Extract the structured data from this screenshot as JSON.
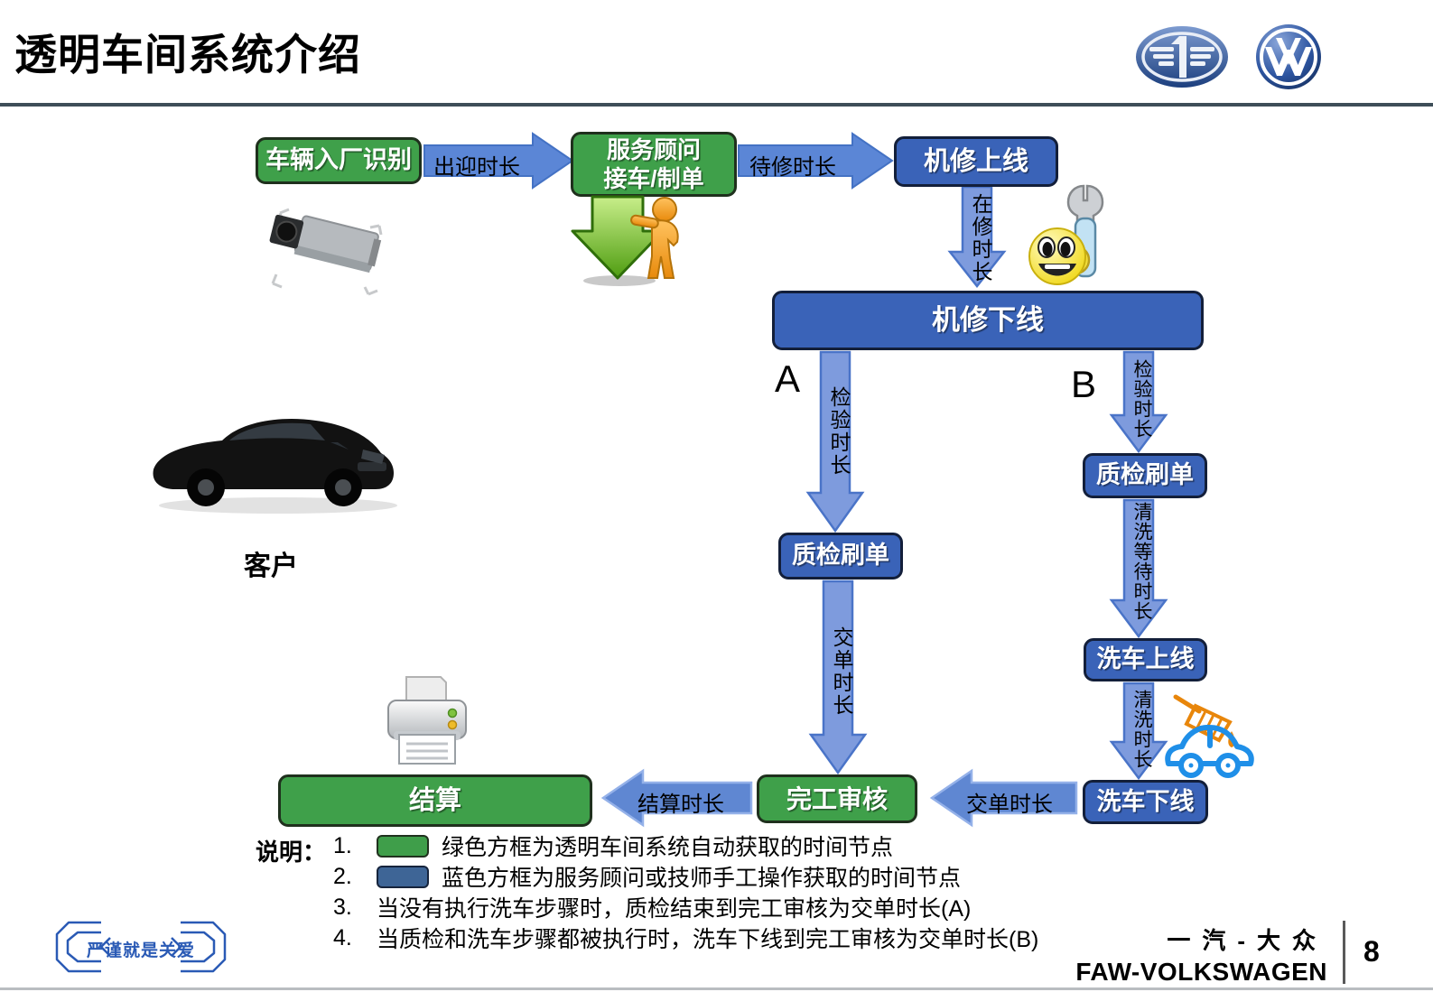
{
  "slide": {
    "title": "透明车间系统介绍"
  },
  "flow": {
    "nodes": {
      "vehicle_entry": {
        "label": "车辆入厂识别"
      },
      "advisor": {
        "line1": "服务顾问",
        "line2": "接车/制单"
      },
      "repair_start": {
        "label": "机修上线"
      },
      "repair_end": {
        "label": "机修下线"
      },
      "qc_a": {
        "label": "质检刷单"
      },
      "qc_b": {
        "label": "质检刷单"
      },
      "wash_start": {
        "label": "洗车上线"
      },
      "wash_end": {
        "label": "洗车下线"
      },
      "completion": {
        "label": "完工审核"
      },
      "settlement": {
        "label": "结算"
      }
    },
    "arrows": {
      "greeting": "出迎时长",
      "waiting": "待修时长",
      "in_repair": "在修时长",
      "inspection_a": "检验时长",
      "inspection_b": "检验时长",
      "wash_wait": "清洗等待时长",
      "washing": "清洗时长",
      "delivery_a": "交单时长",
      "delivery_b": "交单时长",
      "settlement": "结算时长"
    },
    "branches": {
      "a": "A",
      "b": "B"
    },
    "customer_label": "客户"
  },
  "legend": {
    "heading": "说明：",
    "items": [
      {
        "num": "1.",
        "text": "绿色方框为透明车间系统自动获取的时间节点"
      },
      {
        "num": "2.",
        "text": "蓝色方框为服务顾问或技师手工操作获取的时间节点"
      },
      {
        "num": "3.",
        "text": "当没有执行洗车步骤时，质检结束到完工审核为交单时长(A)"
      },
      {
        "num": "4.",
        "text": "当质检和洗车步骤都被执行时，洗车下线到完工审核为交单时长(B)"
      }
    ]
  },
  "footer": {
    "slogan": "严谨就是关爱",
    "brand_cn": "一汽-大众",
    "brand_en": "FAW-VOLKSWAGEN",
    "page": "8"
  },
  "colors": {
    "green_node": "#3FA04A",
    "blue_node": "#3A63B8",
    "arrow_fill": "#5B86D6",
    "arrow_stroke": "#4472C4",
    "legend_blue": "#3E6596"
  }
}
